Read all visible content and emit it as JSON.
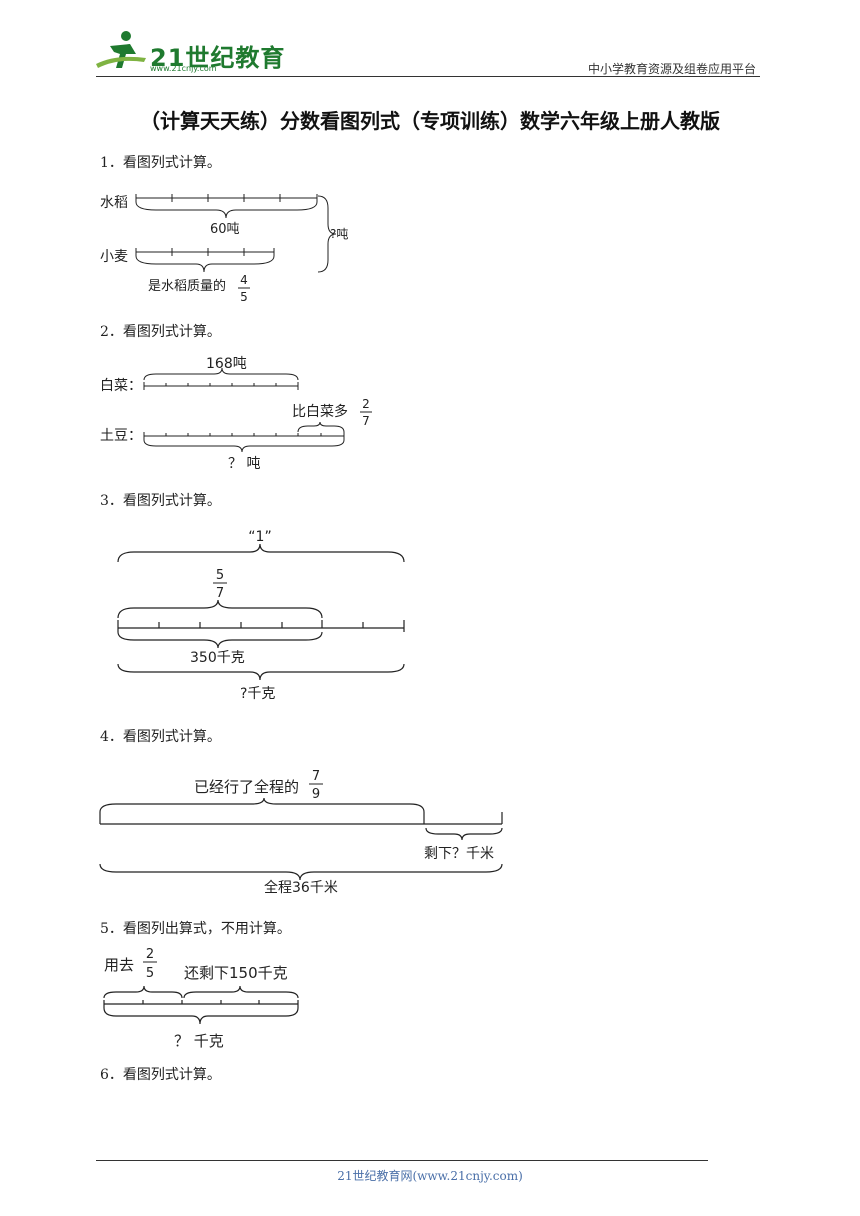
{
  "header": {
    "logo_text": "21世纪教育",
    "logo_url": "www.21cnjy.com",
    "right_text": "中小学教育资源及组卷应用平台"
  },
  "title": "（计算天天练）分数看图列式（专项训练）数学六年级上册人教版",
  "questions": [
    {
      "label": "1．看图列式计算。",
      "diagram": {
        "row1_label": "水稻",
        "row1_value": "60吨",
        "row2_label": "小麦",
        "row2_note": "是水稻质量的",
        "fraction_num": "4",
        "fraction_den": "5",
        "total": "?吨"
      }
    },
    {
      "label": "2．看图列式计算。",
      "diagram": {
        "row1_label": "白菜：",
        "row1_value": "168吨",
        "row2_label": "土豆：",
        "note": "比白菜多",
        "fraction_num": "2",
        "fraction_den": "7",
        "total": "？ 吨"
      }
    },
    {
      "label": "3．看图列式计算。",
      "diagram": {
        "top": "“1”",
        "fraction_num": "5",
        "fraction_den": "7",
        "part": "350千克",
        "total": "?千克"
      }
    },
    {
      "label": "4．看图列式计算。",
      "diagram": {
        "note": "已经行了全程的",
        "fraction_num": "7",
        "fraction_den": "9",
        "remain": "剩下？千米",
        "total": "全程36千米"
      }
    },
    {
      "label": "5．看图列出算式，不用计算。",
      "diagram": {
        "used": "用去",
        "fraction_num": "2",
        "fraction_den": "5",
        "remain": "还剩下150千克",
        "total": "？ 千克"
      }
    },
    {
      "label": "6．看图列式计算。"
    }
  ],
  "footer": "21世纪教育网(www.21cnjy.com)"
}
